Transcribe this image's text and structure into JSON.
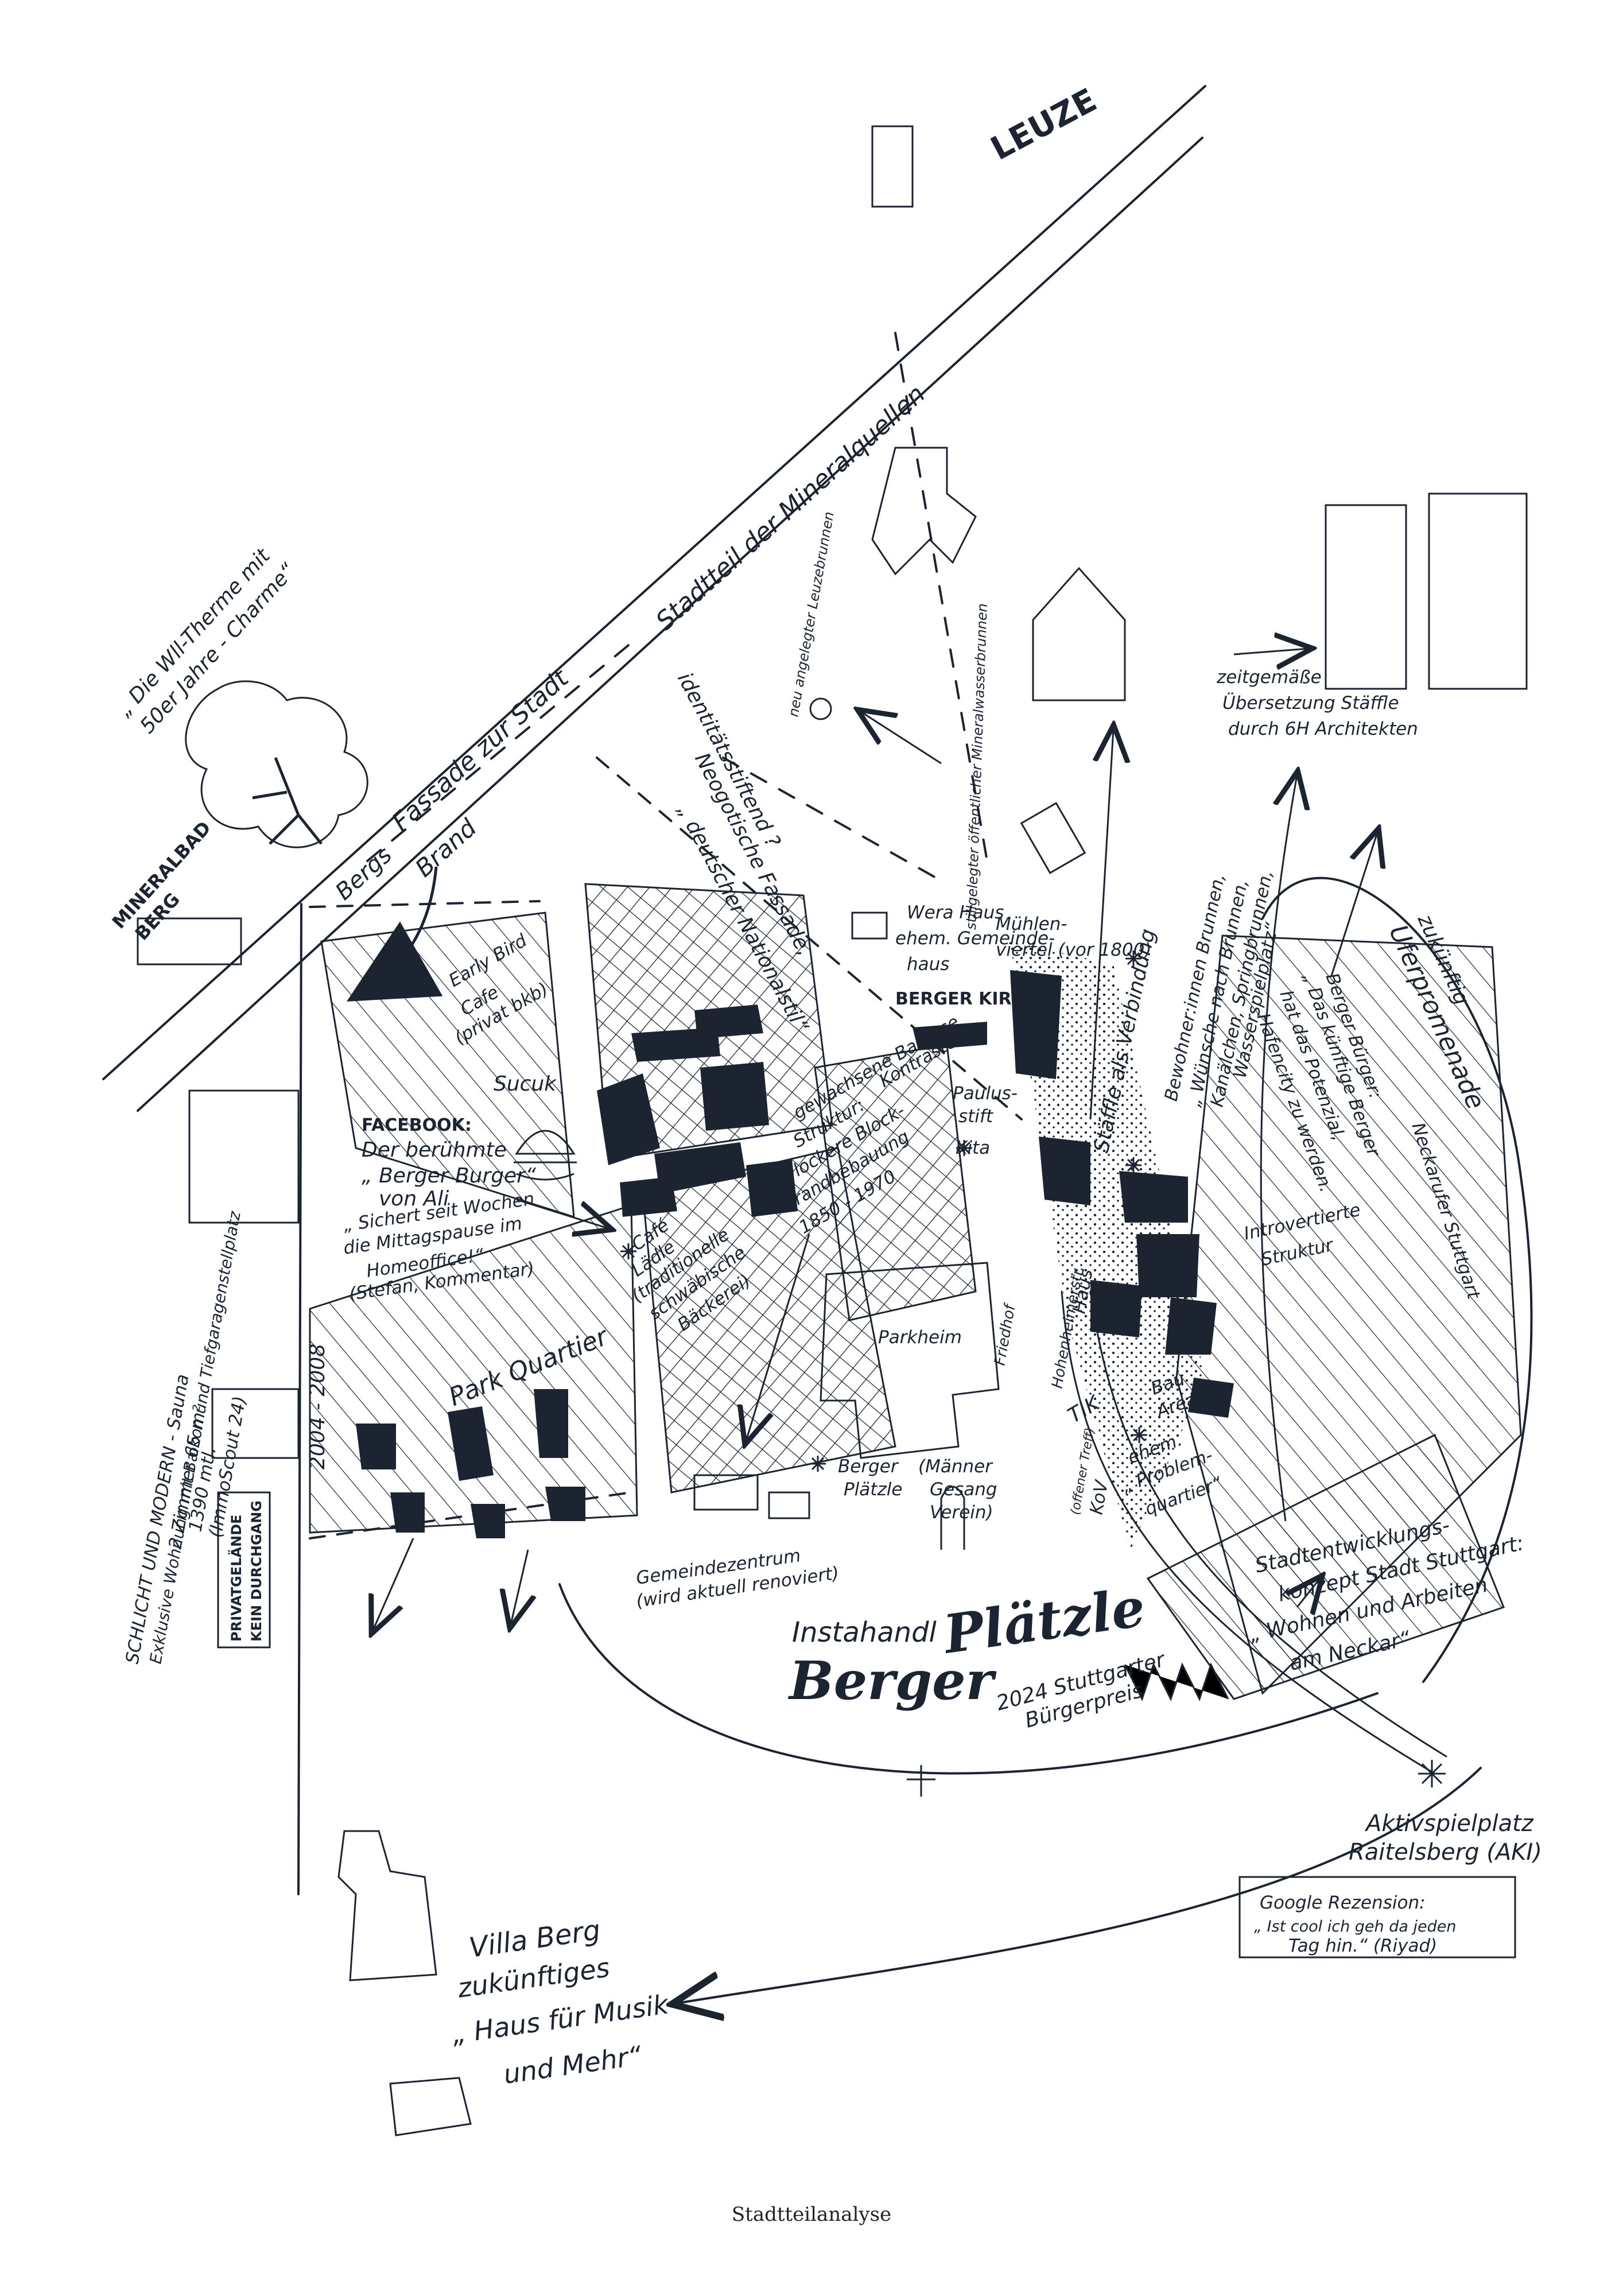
{
  "caption": "Stadtteilanalyse",
  "colors": {
    "ink": "#1b2430",
    "background": "#ffffff"
  },
  "labels": {
    "leuze": "LEUZE",
    "stadtteil": "Stadtteil der Mineralquellen",
    "fassade_stadt": "Fassade zur Stadt",
    "bergs": "Bergs",
    "brand": "Brand",
    "mineralbad_1": "MINERALBAD",
    "mineralbad_2": "BERG",
    "therme_1": "„ Die Wll-Therme mit",
    "therme_2": "50er Jahre - Charme“",
    "identitaet": "identitätsstiftend ?",
    "neogotisch_1": "Neogotische Fassade,",
    "neogotisch_2": "„ deutscher Nationalstil“",
    "brunnen_neu": "neu angelegter Leuzebrunnen",
    "stillgelegt": "stillgelegter öffentlicher Mineralwasserbrunnen",
    "zeitgemaess_1": "zeitgemäße",
    "zeitgemaess_2": "Übersetzung Stäffle",
    "zeitgemaess_3": "durch 6H Architekten",
    "wera_1": "Wera Haus",
    "wera_2": "ehem. Gemeinde-",
    "wera_3": "haus",
    "muehlen_1": "Mühlen-",
    "muehlen_2": "viertel (vor 1800)",
    "berger_kirche": "BERGER KIRCHE",
    "early_bird_1": "Early Bird",
    "early_bird_2": "Cafe",
    "early_bird_3": "(privat bkb)",
    "sucuk": "Sucuk",
    "facebook_1": "FACEBOOK:",
    "facebook_2": "Der berühmte",
    "facebook_3": "„ Berger Burger“",
    "facebook_4": "von Ali",
    "facebook_5": "„ Sichert seit Wochen",
    "facebook_6": "die Mittagspause im",
    "facebook_7": "Homeoffice!“",
    "facebook_8": "(Stefan, Kommentar)",
    "gewachsene_1": "gewachsene Balance",
    "gewachsene_2": "Struktur:",
    "gewachsene_3": "lockere Block-",
    "gewachsene_4": "randbebauung",
    "gewachsene_5": "1850 - 1970",
    "kontraste": "Kontraste",
    "cafe_1": "Café",
    "cafe_2": "Lädle",
    "cafe_3": "(traditionelle",
    "cafe_4": "schwäbische",
    "cafe_5": "Bäckerei)",
    "paulus_1": "Paulus-",
    "paulus_2": "stift",
    "kita": "Kita",
    "staffel": "Stäffle als Verbindung",
    "bewohner_1": "Bewohner:innen Brunnen,",
    "bewohner_2": "„ Wünsche nach Brunnen,",
    "bewohner_3": "Kanälchen, Springbrunnen,",
    "bewohner_4": "Wasserspielplatz“",
    "zukuenftig": "zukünftig",
    "uferpromenade": "Uferpromenade",
    "berger_burger_1": "Berger Bürger:",
    "berger_burger_2": "„ Das künftige Berger",
    "berger_burger_3": "hat das Potenzial,",
    "berger_burger_4": "Hafencity zu werden.",
    "neckar": "Neckarufer Stuttgart",
    "introvert_1": "Introvertierte",
    "introvert_2": "Struktur",
    "park_quartier": "Park Quartier",
    "parkheim": "Parkheim",
    "hohenheimer": "Hohenheimerstr.",
    "friedhof": "Friedhof",
    "haus": "Haus",
    "bau_1": "Bau",
    "bau_2": "Areal",
    "tik_1": "TIK",
    "tik_2": "(offener Treff)",
    "tik_3": "KoV",
    "ehem_1": "ehem.",
    "ehem_2": "„ Problem-",
    "ehem_3": "quartier“",
    "berger_plaetzle_small_1": "Berger",
    "berger_plaetzle_small_2": "Plätzle",
    "maenner_1": "(Männer",
    "maenner_2": "Gesang",
    "maenner_3": "Verein)",
    "gemeindezentrum_1": "Gemeindezentrum",
    "gemeindezentrum_2": "(wird aktuell renoviert)",
    "instahandl": "Instahandl",
    "berger": "Berger",
    "plaetzle": "Plätzle",
    "preis_1": "2024 Stuttgarter",
    "preis_2": "Bürgerpreis",
    "stadtentwicklung_1": "Stadtentwicklungs-",
    "stadtentwicklung_2": "konzept Stadt Stuttgart:",
    "stadtentwicklung_3": "„ Wohnen und Arbeiten",
    "stadtentwicklung_4": "am Neckar“",
    "aktiv_1": "Aktivspielplatz",
    "aktiv_2": "Raitelsberg (AKI)",
    "google_1": "Google Rezension:",
    "google_2": "„ Ist cool ich geh da jeden",
    "google_3": "Tag hin.“ (Riyad)",
    "villa_1": "Villa Berg",
    "villa_2": "zukünftiges",
    "villa_3": "„ Haus für Musik",
    "villa_4": "und Mehr“",
    "schlicht_1": "SCHLICHT UND MODERN - Sauna",
    "schlicht_2": "Exklusive Wohnung mit Balkon und Tiefgaragenstellplatz",
    "schlicht_3": "2 Zimmer 65 m²",
    "schlicht_4": "1390 mtl.",
    "schlicht_5": "(ImmoScout 24)",
    "years": "2004 - 2008",
    "privat_1": "PRIVATGELÄNDE",
    "privat_2": "KEIN DURCHGANG"
  }
}
